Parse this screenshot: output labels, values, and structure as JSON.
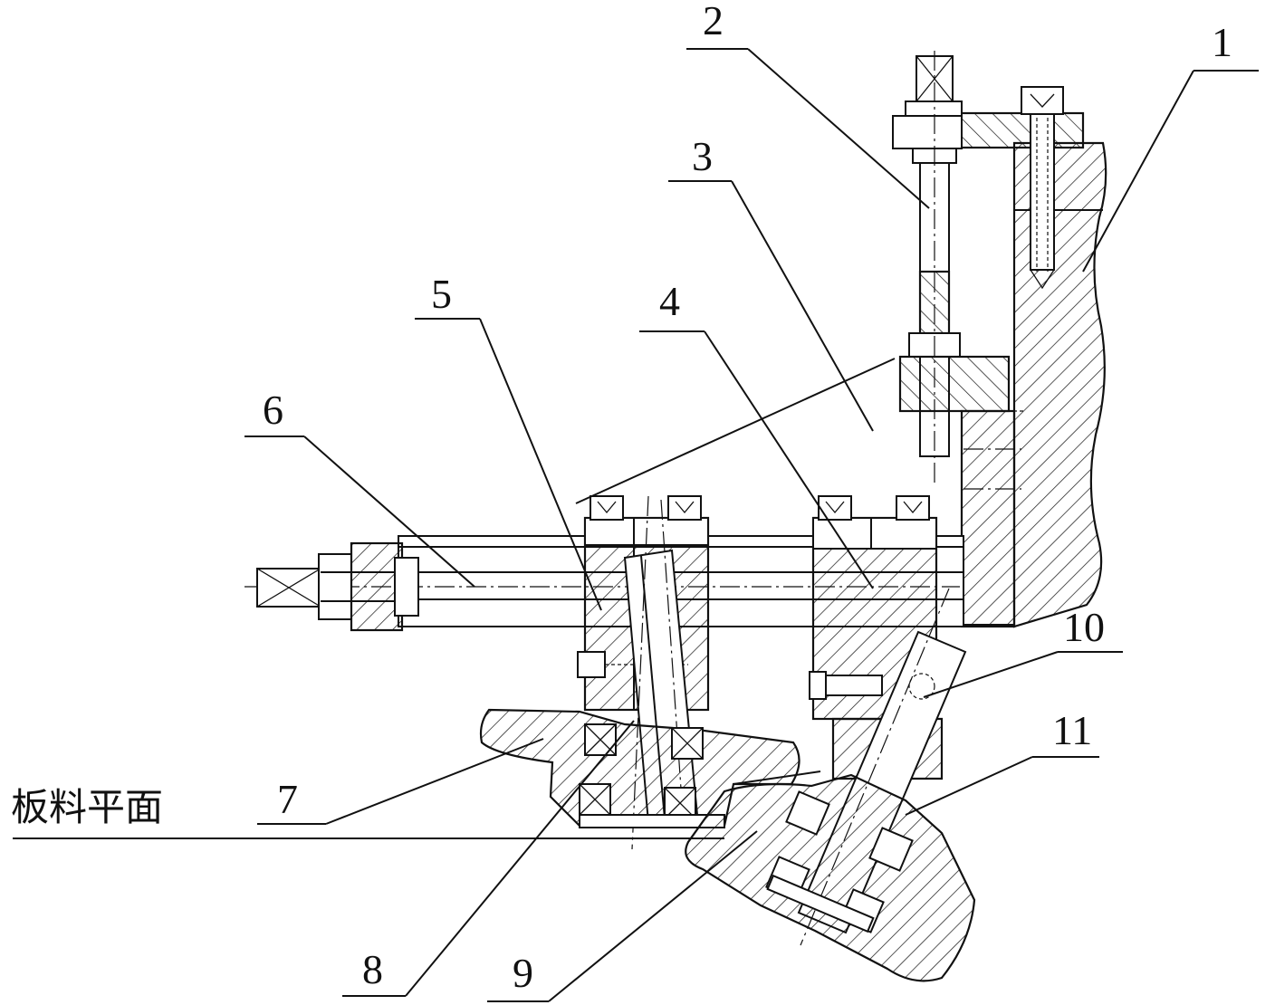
{
  "labels": {
    "n1": "1",
    "n2": "2",
    "n3": "3",
    "n4": "4",
    "n5": "5",
    "n6": "6",
    "n7": "7",
    "n8": "8",
    "n9": "9",
    "n10": "10",
    "n11": "11"
  },
  "caption": "板料平面",
  "colors": {
    "ink": "#111111",
    "background": "#ffffff"
  }
}
